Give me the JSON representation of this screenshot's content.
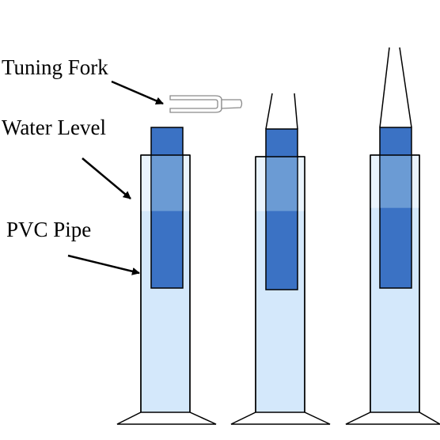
{
  "labels": {
    "tuning_fork": "Tuning Fork",
    "water_level": "Water Level",
    "pvc_pipe": "PVC Pipe"
  },
  "colors": {
    "outer_tube": "#d4e8fb",
    "outer_tube_upper": "#e9f3fd",
    "inner_pipe": "#3b72c4",
    "inner_pipe_overlap": "#6b9bd4",
    "stroke": "#000000"
  },
  "icons": [
    "tuning-fork-icon",
    "arrow-icon"
  ]
}
